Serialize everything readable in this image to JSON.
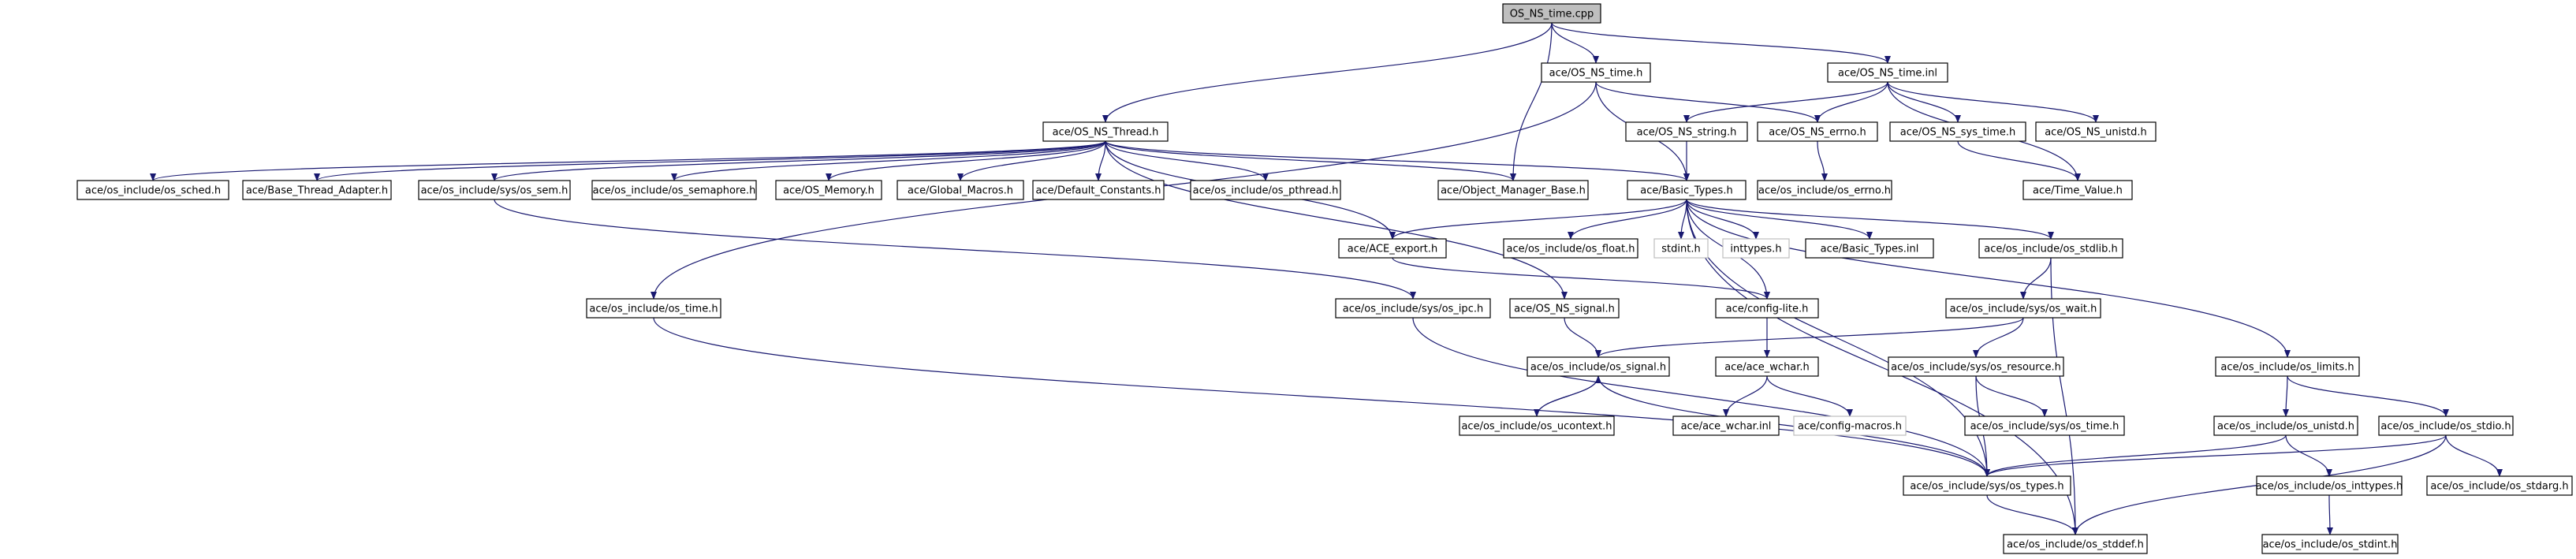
{
  "colors": {
    "edge": "#191970",
    "node_border": "#000000",
    "root_fill": "#bfbfbf",
    "node_fill": "#ffffff",
    "missing_border": "#bfbfbf",
    "text": "#000000"
  },
  "nodes": [
    {
      "id": "root",
      "label": "OS_NS_time.cpp",
      "style": "root"
    },
    {
      "id": "ns_time_h",
      "label": "ace/OS_NS_time.h"
    },
    {
      "id": "ns_time_inl",
      "label": "ace/OS_NS_time.inl"
    },
    {
      "id": "ns_thread_h",
      "label": "ace/OS_NS_Thread.h"
    },
    {
      "id": "ns_string_h",
      "label": "ace/OS_NS_string.h"
    },
    {
      "id": "ns_errno_h",
      "label": "ace/OS_NS_errno.h"
    },
    {
      "id": "ns_sys_time_h",
      "label": "ace/OS_NS_sys_time.h"
    },
    {
      "id": "ns_unistd_h",
      "label": "ace/OS_NS_unistd.h"
    },
    {
      "id": "os_sched",
      "label": "ace/os_include/os_sched.h"
    },
    {
      "id": "base_thread",
      "label": "ace/Base_Thread_Adapter.h"
    },
    {
      "id": "os_sem",
      "label": "ace/os_include/sys/os_sem.h"
    },
    {
      "id": "os_semaphore",
      "label": "ace/os_include/os_semaphore.h"
    },
    {
      "id": "os_memory",
      "label": "ace/OS_Memory.h"
    },
    {
      "id": "global_macros",
      "label": "ace/Global_Macros.h"
    },
    {
      "id": "default_const",
      "label": "ace/Default_Constants.h"
    },
    {
      "id": "os_pthread",
      "label": "ace/os_include/os_pthread.h"
    },
    {
      "id": "obj_mgr",
      "label": "ace/Object_Manager_Base.h"
    },
    {
      "id": "basic_types",
      "label": "ace/Basic_Types.h"
    },
    {
      "id": "os_errno",
      "label": "ace/os_include/os_errno.h"
    },
    {
      "id": "time_value",
      "label": "ace/Time_Value.h"
    },
    {
      "id": "ace_export",
      "label": "ace/ACE_export.h"
    },
    {
      "id": "os_float",
      "label": "ace/os_include/os_float.h"
    },
    {
      "id": "stdint_h",
      "label": "stdint.h",
      "style": "missing"
    },
    {
      "id": "inttypes_h",
      "label": "inttypes.h",
      "style": "missing"
    },
    {
      "id": "basic_types_inl",
      "label": "ace/Basic_Types.inl"
    },
    {
      "id": "os_stdlib",
      "label": "ace/os_include/os_stdlib.h"
    },
    {
      "id": "os_time",
      "label": "ace/os_include/os_time.h"
    },
    {
      "id": "os_ipc",
      "label": "ace/os_include/sys/os_ipc.h"
    },
    {
      "id": "ns_signal",
      "label": "ace/OS_NS_signal.h"
    },
    {
      "id": "config_lite",
      "label": "ace/config-lite.h"
    },
    {
      "id": "os_wait",
      "label": "ace/os_include/sys/os_wait.h"
    },
    {
      "id": "os_signal",
      "label": "ace/os_include/os_signal.h"
    },
    {
      "id": "ace_wchar_h",
      "label": "ace/ace_wchar.h"
    },
    {
      "id": "os_resource",
      "label": "ace/os_include/sys/os_resource.h"
    },
    {
      "id": "os_limits",
      "label": "ace/os_include/os_limits.h"
    },
    {
      "id": "os_ucontext",
      "label": "ace/os_include/os_ucontext.h"
    },
    {
      "id": "ace_wchar_inl",
      "label": "ace/ace_wchar.inl"
    },
    {
      "id": "config_macros",
      "label": "ace/config-macros.h",
      "style": "missing"
    },
    {
      "id": "sys_os_time",
      "label": "ace/os_include/sys/os_time.h"
    },
    {
      "id": "os_unistd",
      "label": "ace/os_include/os_unistd.h"
    },
    {
      "id": "os_stdio",
      "label": "ace/os_include/os_stdio.h"
    },
    {
      "id": "os_types",
      "label": "ace/os_include/sys/os_types.h"
    },
    {
      "id": "os_inttypes",
      "label": "ace/os_include/os_inttypes.h"
    },
    {
      "id": "os_stdarg",
      "label": "ace/os_include/os_stdarg.h"
    },
    {
      "id": "os_stddef",
      "label": "ace/os_include/os_stddef.h"
    },
    {
      "id": "os_stdint",
      "label": "ace/os_include/os_stdint.h"
    }
  ],
  "edges": [
    [
      "root",
      "ns_time_h"
    ],
    [
      "root",
      "ns_time_inl"
    ],
    [
      "root",
      "ns_thread_h"
    ],
    [
      "root",
      "obj_mgr"
    ],
    [
      "ns_time_h",
      "ns_errno_h"
    ],
    [
      "ns_time_h",
      "basic_types"
    ],
    [
      "ns_time_h",
      "os_time"
    ],
    [
      "ns_time_inl",
      "ns_string_h"
    ],
    [
      "ns_time_inl",
      "ns_errno_h"
    ],
    [
      "ns_time_inl",
      "ns_sys_time_h"
    ],
    [
      "ns_time_inl",
      "ns_unistd_h"
    ],
    [
      "ns_time_inl",
      "time_value"
    ],
    [
      "ns_string_h",
      "basic_types"
    ],
    [
      "ns_errno_h",
      "os_errno"
    ],
    [
      "ns_sys_time_h",
      "time_value"
    ],
    [
      "ns_thread_h",
      "os_sched"
    ],
    [
      "ns_thread_h",
      "base_thread"
    ],
    [
      "ns_thread_h",
      "os_sem"
    ],
    [
      "ns_thread_h",
      "os_semaphore"
    ],
    [
      "ns_thread_h",
      "os_memory"
    ],
    [
      "ns_thread_h",
      "global_macros"
    ],
    [
      "ns_thread_h",
      "default_const"
    ],
    [
      "ns_thread_h",
      "os_pthread"
    ],
    [
      "ns_thread_h",
      "obj_mgr"
    ],
    [
      "ns_thread_h",
      "basic_types"
    ],
    [
      "ns_thread_h",
      "ace_export"
    ],
    [
      "ns_thread_h",
      "ns_signal"
    ],
    [
      "os_sem",
      "os_ipc"
    ],
    [
      "basic_types",
      "ace_export"
    ],
    [
      "basic_types",
      "os_float"
    ],
    [
      "basic_types",
      "stdint_h"
    ],
    [
      "basic_types",
      "inttypes_h"
    ],
    [
      "basic_types",
      "basic_types_inl"
    ],
    [
      "basic_types",
      "os_stdlib"
    ],
    [
      "basic_types",
      "config_lite"
    ],
    [
      "basic_types",
      "os_limits"
    ],
    [
      "basic_types",
      "os_types"
    ],
    [
      "basic_types",
      "os_stddef"
    ],
    [
      "ace_export",
      "config_lite"
    ],
    [
      "os_stdlib",
      "os_wait"
    ],
    [
      "os_stdlib",
      "os_stddef"
    ],
    [
      "os_wait",
      "os_signal"
    ],
    [
      "os_wait",
      "os_resource"
    ],
    [
      "config_lite",
      "ace_wchar_h"
    ],
    [
      "ace_wchar_h",
      "ace_wchar_inl"
    ],
    [
      "ace_wchar_h",
      "config_macros"
    ],
    [
      "ns_signal",
      "os_signal"
    ],
    [
      "os_signal",
      "os_ucontext"
    ],
    [
      "os_ucontext",
      "os_signal"
    ],
    [
      "os_signal",
      "os_types"
    ],
    [
      "os_ipc",
      "os_types"
    ],
    [
      "os_time",
      "os_types"
    ],
    [
      "os_resource",
      "sys_os_time"
    ],
    [
      "os_resource",
      "os_types"
    ],
    [
      "os_limits",
      "os_unistd"
    ],
    [
      "os_limits",
      "os_stdio"
    ],
    [
      "os_unistd",
      "os_types"
    ],
    [
      "os_unistd",
      "os_inttypes"
    ],
    [
      "os_stdio",
      "os_stdarg"
    ],
    [
      "os_stdio",
      "os_stddef"
    ],
    [
      "os_stdio",
      "os_types"
    ],
    [
      "os_types",
      "os_stddef"
    ],
    [
      "os_inttypes",
      "os_stdint"
    ]
  ]
}
